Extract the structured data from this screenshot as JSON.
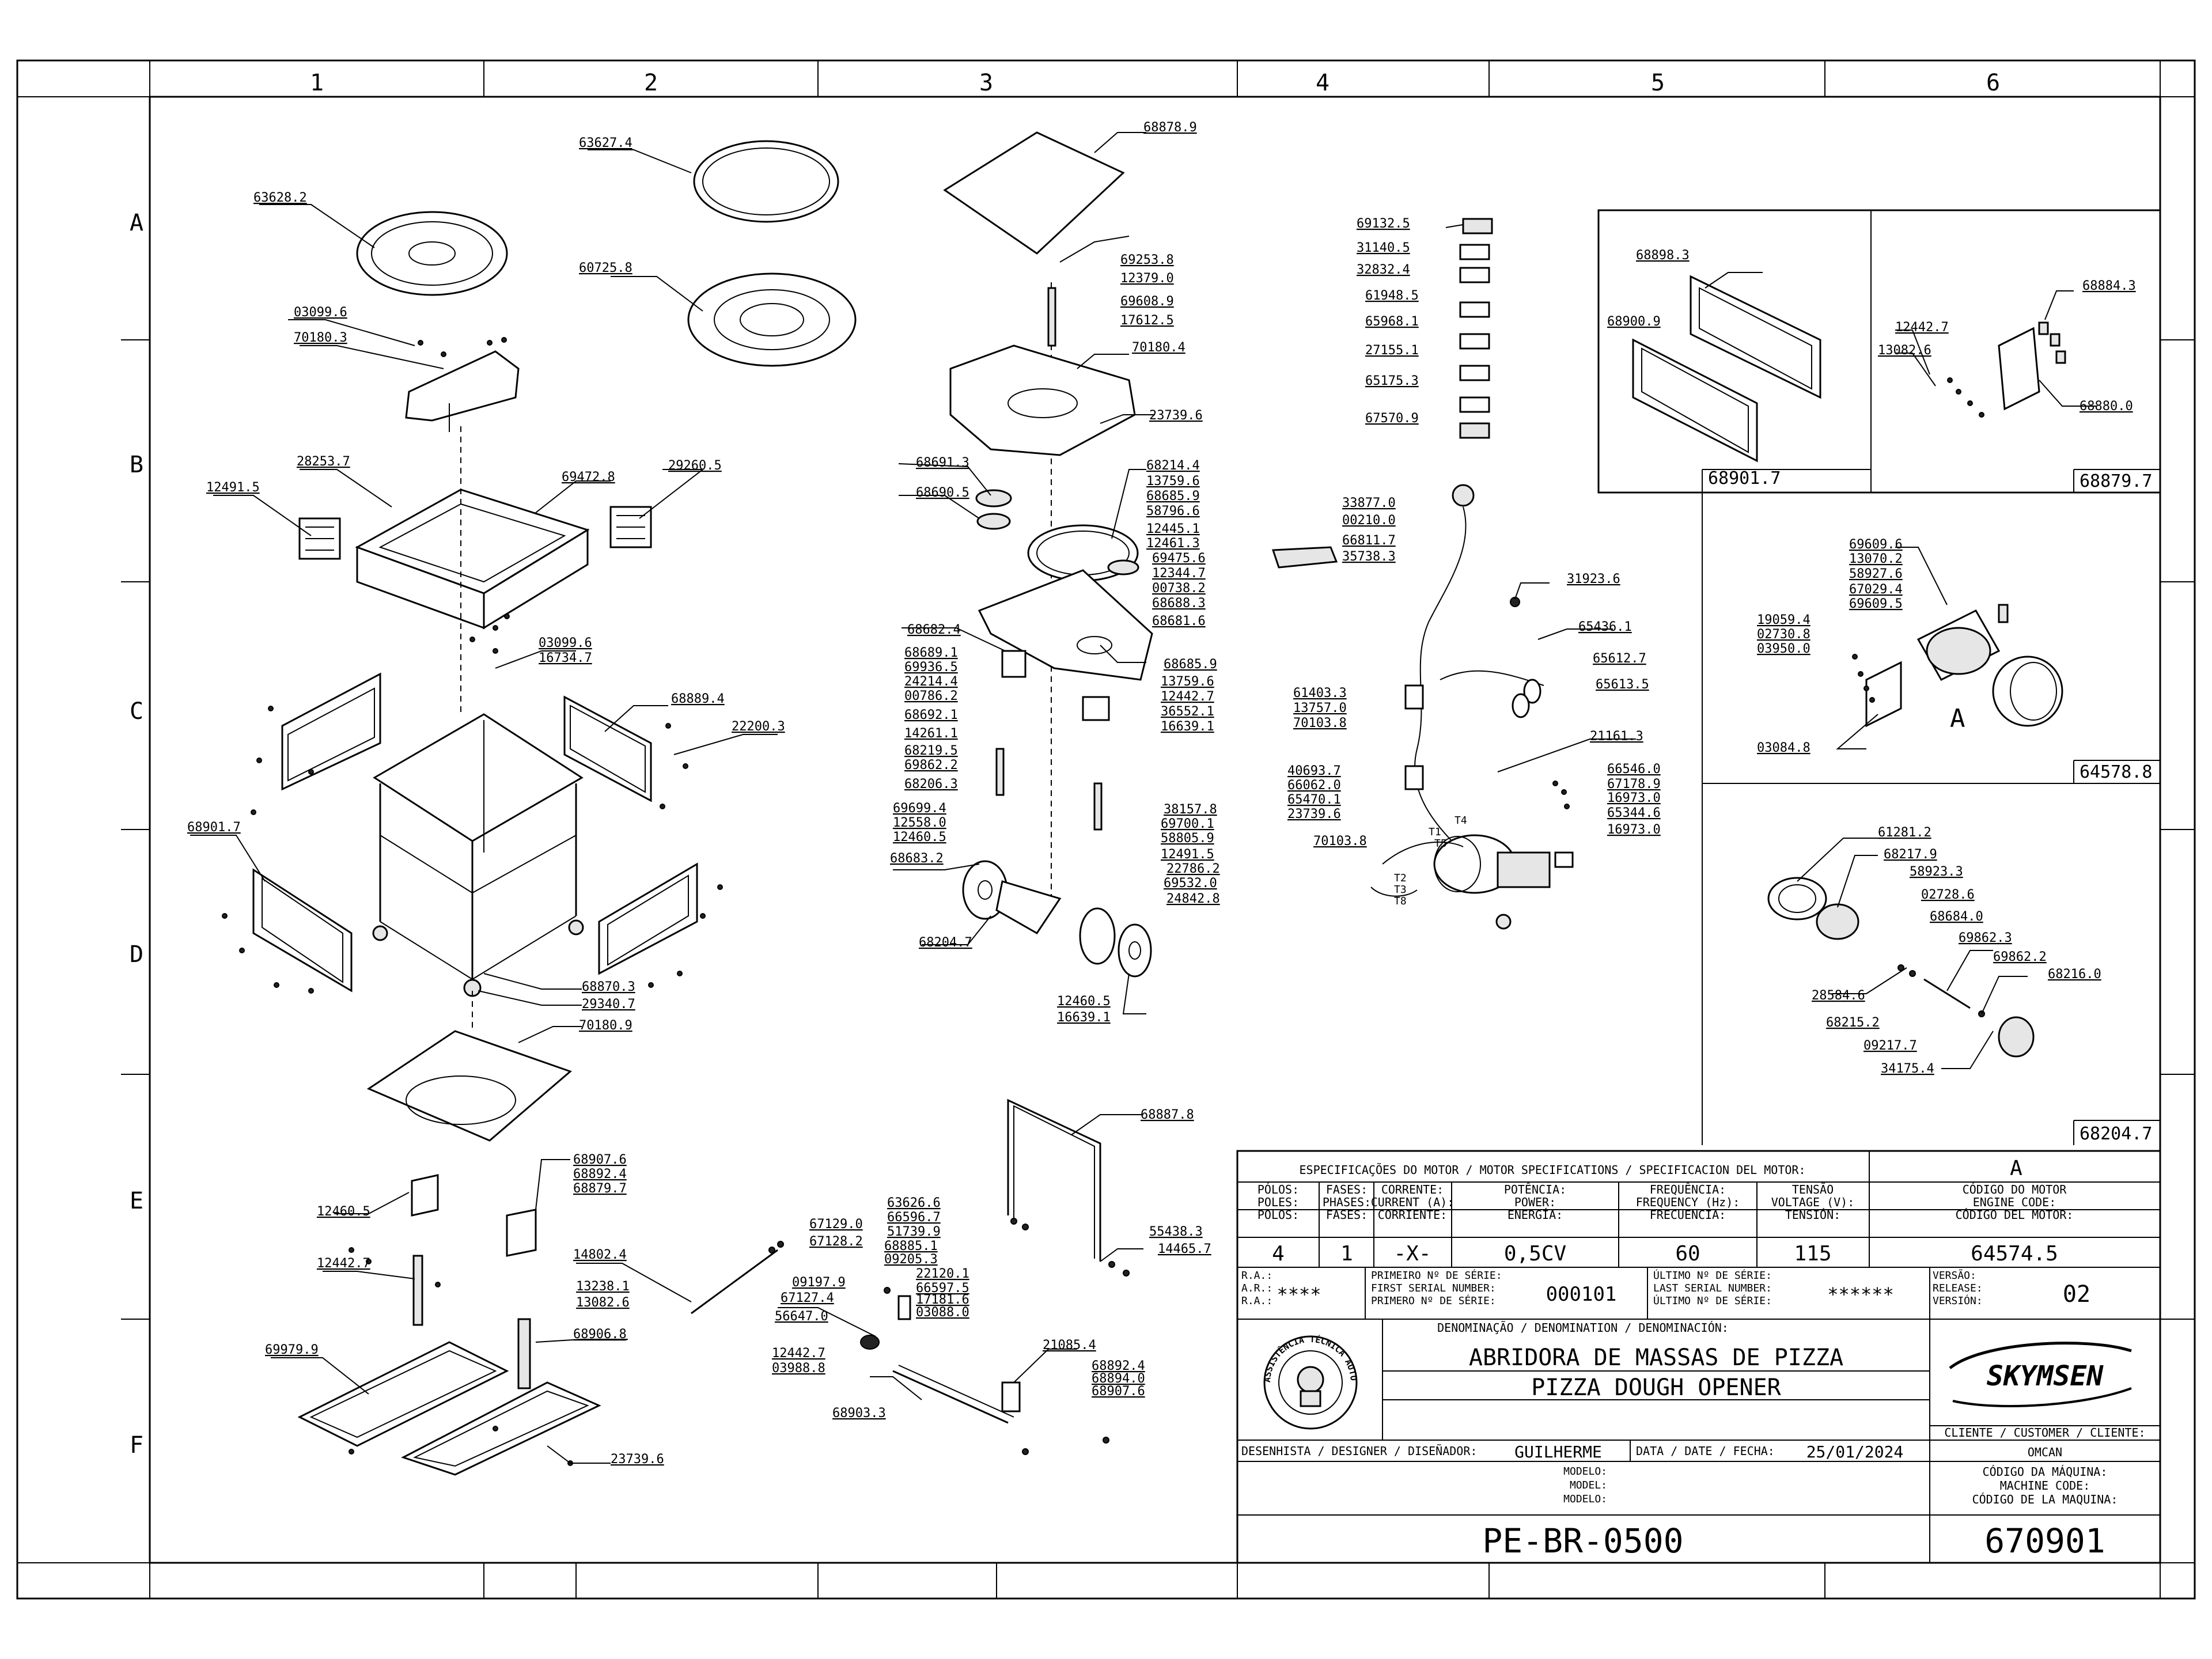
{
  "frame": {
    "columns": [
      "1",
      "2",
      "3",
      "4",
      "5",
      "6"
    ],
    "rows": [
      "A",
      "B",
      "C",
      "D",
      "E",
      "F"
    ]
  },
  "labels": {
    "l63628_2": "63628.2",
    "l63627_4": "63627.4",
    "l60725_8": "60725.8",
    "l68878_9": "68878.9",
    "l69253_8": "69253.8",
    "l12379_0": "12379.0",
    "l69608_9": "69608.9",
    "l17612_5": "17612.5",
    "l70180_4": "70180.4",
    "l23739_6a": "23739.6",
    "l03099_6a": "03099.6",
    "l70180_3": "70180.3",
    "l28253_7": "28253.7",
    "l69472_8": "69472.8",
    "l29260_5": "29260.5",
    "l12491_5a": "12491.5",
    "l03099_6b": "03099.6",
    "l16734_7": "16734.7",
    "l68889_4": "68889.4",
    "l22200_3": "22200.3",
    "l68901_7a": "68901.7",
    "l68870_3": "68870.3",
    "l29340_7": "29340.7",
    "l70180_9": "70180.9",
    "l68691_3": "68691.3",
    "l68690_5": "68690.5",
    "l68214_4": "68214.4",
    "l13759_6a": "13759.6",
    "l68685_9a": "68685.9",
    "l58796_6": "58796.6",
    "l12445_1": "12445.1",
    "l12461_3": "12461.3",
    "l69475_6": "69475.6",
    "l12344_7": "12344.7",
    "l00738_2": "00738.2",
    "l68688_3": "68688.3",
    "l68681_6": "68681.6",
    "l68682_4": "68682.4",
    "l68689_1": "68689.1",
    "l69936_5": "69936.5",
    "l24214_4": "24214.4",
    "l00786_2": "00786.2",
    "l68692_1": "68692.1",
    "l14261_1": "14261.1",
    "l68219_5": "68219.5",
    "l69862_2a": "69862.2",
    "l68206_3": "68206.3",
    "l68685_9b": "68685.9",
    "l13759_6b": "13759.6",
    "l12442_7a": "12442.7",
    "l36552_1": "36552.1",
    "l16639_1a": "16639.1",
    "l69699_4": "69699.4",
    "l12558_0": "12558.0",
    "l12460_5a": "12460.5",
    "l68683_2": "68683.2",
    "l38157_8": "38157.8",
    "l69700_1": "69700.1",
    "l58805_9": "58805.9",
    "l12491_5b": "12491.5",
    "l22786_2": "22786.2",
    "l69532_0": "69532.0",
    "l24842_8": "24842.8",
    "l68204_7a": "68204.7",
    "l12460_5b": "12460.5",
    "l16639_1b": "16639.1",
    "l68887_8": "68887.8",
    "l68907_6a": "68907.6",
    "l68892_4a": "68892.4",
    "l68879_7a": "68879.7",
    "l12460_5c": "12460.5",
    "l12442_7b": "12442.7",
    "l13238_1": "13238.1",
    "l13082_6a": "13082.6",
    "l68906_8": "68906.8",
    "l69979_9": "69979.9",
    "l23739_6b": "23739.6",
    "l14802_4": "14802.4",
    "l67129_0": "67129.0",
    "l67128_2": "67128.2",
    "l63626_6": "63626.6",
    "l66596_7": "66596.7",
    "l51739_9": "51739.9",
    "l68885_1": "68885.1",
    "l09205_3": "09205.3",
    "l55438_3": "55438.3",
    "l14465_7": "14465.7",
    "l67127_4": "67127.4",
    "l09197_9": "09197.9",
    "l22120_1": "22120.1",
    "l66597_5": "66597.5",
    "l17181_6": "17181.6",
    "l03088_0": "03088.0",
    "l56647_0": "56647.0",
    "l12442_7c": "12442.7",
    "l03988_8": "03988.8",
    "l21085_4": "21085.4",
    "l68892_4b": "68892.4",
    "l68894_0": "68894.0",
    "l68907_6b": "68907.6",
    "l68903_3": "68903.3",
    "l69132_5": "69132.5",
    "l31140_5": "31140.5",
    "l32832_4": "32832.4",
    "l61948_5": "61948.5",
    "l65968_1": "65968.1",
    "l27155_1": "27155.1",
    "l65175_3": "65175.3",
    "l67570_9": "67570.9",
    "l33877_0": "33877.0",
    "l00210_0": "00210.0",
    "l66811_7": "66811.7",
    "l35738_3": "35738.3",
    "l31923_6": "31923.6",
    "l65436_1": "65436.1",
    "l65612_7": "65612.7",
    "l65613_5": "65613.5",
    "l61403_3": "61403.3",
    "l13757_0": "13757.0",
    "l70103_8a": "70103.8",
    "l21161_3": "21161.3",
    "l40693_7": "40693.7",
    "l66062_0": "66062.0",
    "l65470_1": "65470.1",
    "l23739_6c": "23739.6",
    "l70103_8b": "70103.8",
    "l66546_0": "66546.0",
    "l67178_9": "67178.9",
    "l16973_0a": "16973.0",
    "l65344_6": "65344.6",
    "l16973_0b": "16973.0",
    "l68898_3": "68898.3",
    "l68900_9": "68900.9",
    "l12442_7d": "12442.7",
    "l13082_6b": "13082.6",
    "l68884_3": "68884.3",
    "l68880_0": "68880.0",
    "l69609_6": "69609.6",
    "l13070_2": "13070.2",
    "l58927_6": "58927.6",
    "l67029_4": "67029.4",
    "l69609_5": "69609.5",
    "l19059_4": "19059.4",
    "l02730_8": "02730.8",
    "l03950_0": "03950.0",
    "l03084_8": "03084.8",
    "l61281_2": "61281.2",
    "l68217_9": "68217.9",
    "l58923_3": "58923.3",
    "l02728_6": "02728.6",
    "l68684_0": "68684.0",
    "l69862_3": "69862.3",
    "l69862_2b": "69862.2",
    "l68216_0": "68216.0",
    "l28584_6": "28584.6",
    "l68215_2": "68215.2",
    "l09217_7": "09217.7",
    "l34175_4": "34175.4",
    "motor_term": "T1",
    "motor_t2": "T2",
    "motor_t3": "T3",
    "motor_t8": "T8",
    "motor_t4": "T4",
    "motor_t5": "T5"
  },
  "detail_boxes": {
    "box1": "68901.7",
    "box2": "68879.7",
    "box3": "64578.8",
    "box4": "68204.7",
    "callout_a": "A"
  },
  "title_block": {
    "spec_header": "ESPECIFICAÇÕES DO MOTOR / MOTOR SPECIFICATIONS / SPECIFICACION DEL MOTOR:",
    "rev_letter": "A",
    "poles_h1": "PÓLOS:",
    "poles_h2": "POLES:",
    "poles_h3": "POLOS:",
    "poles_v": "4",
    "phases_h1": "FASES:",
    "phases_h2": "PHASES:",
    "phases_h3": "FASES:",
    "phases_v": "1",
    "current_h1": "CORRENTE:",
    "current_h2": "CURRENT (A):",
    "current_h3": "CORRIENTE:",
    "current_v": "-X-",
    "power_h1": "POTÊNCIA:",
    "power_h2": "POWER:",
    "power_h3": "ENERGÍA:",
    "power_v": "0,5CV",
    "freq_h1": "FREQUÊNCIA:",
    "freq_h2": "FREQUENCY (Hz):",
    "freq_h3": "FRECUENCIA:",
    "freq_v": "60",
    "volt_h1": "TENSÃO",
    "volt_h2": "VOLTAGE (V):",
    "volt_h3": "TENSIÓN:",
    "volt_v": "115",
    "engine_h1": "CÓDIGO DO MOTOR",
    "engine_h2": "ENGINE CODE:",
    "engine_h3": "CÓDIGO DEL MOTOR:",
    "engine_v": "64574.5",
    "ra1": "R.A.:",
    "ra2": "A.R.:",
    "ra3": "R.A.:",
    "ra_v": "****",
    "first_h1": "PRIMEIRO Nº DE SÉRIE:",
    "first_h2": "FIRST SERIAL NUMBER:",
    "first_h3": "PRIMERO Nº DE SÉRIE:",
    "first_v": "000101",
    "last_h1": "ÚLTIMO Nº DE SÉRIE:",
    "last_h2": "LAST SERIAL NUMBER:",
    "last_h3": "ÚLTIMO Nº DE SÉRIE:",
    "last_v": "******",
    "ver_h1": "VERSÃO:",
    "ver_h2": "RELEASE:",
    "ver_h3": "VERSIÓN:",
    "ver_v": "02",
    "denom_h": "DENOMINAÇÃO / DENOMINATION / DENOMINACIÓN:",
    "name_pt": "ABRIDORA DE MASSAS DE PIZZA",
    "name_en": "PIZZA DOUGH OPENER",
    "brand": "SKYMSEN",
    "stamp_text": "ASSISTÊNCIA TÉCNICA AUTORIZADA",
    "client_h": "CLIENTE / CUSTOMER / CLIENTE:",
    "client_v": "OMCAN",
    "designer_h": "DESENHISTA / DESIGNER / DISEÑADOR:",
    "designer_v": "GUILHERME",
    "date_h": "DATA / DATE / FECHA:",
    "date_v": "25/01/2024",
    "model_h1": "MODELO:",
    "model_h2": "MODEL:",
    "model_h3": "MODELO:",
    "model_v": "PE-BR-0500",
    "mcode_h1": "CÓDIGO DA MÁQUINA:",
    "mcode_h2": "MACHINE CODE:",
    "mcode_h3": "CÓDIGO DE LA MAQUINA:",
    "mcode_v": "670901"
  }
}
